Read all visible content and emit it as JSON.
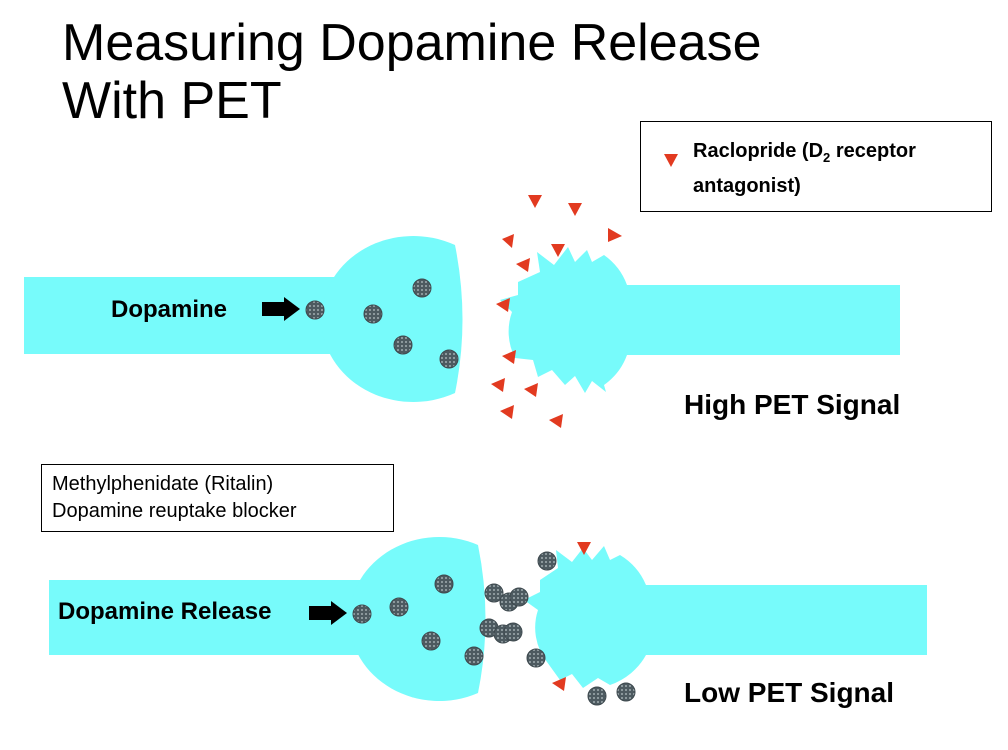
{
  "title": {
    "line1": "Measuring Dopamine Release",
    "line2": "With PET"
  },
  "legend": {
    "symbol": "red-triangle",
    "text_main": "Raclopride (D",
    "text_sub": "2",
    "text_rest": " receptor antagonist)"
  },
  "note_box": {
    "line1": "Methylphenidate (Ritalin)",
    "line2": "Dopamine reuptake blocker"
  },
  "top_synapse": {
    "axon_label": "Dopamine",
    "signal_label": "High PET Signal"
  },
  "bottom_synapse": {
    "axon_label": "Dopamine Release",
    "signal_label": "Low PET Signal"
  },
  "colors": {
    "neuron": "#77fbfb",
    "raclopride": "#e23a20",
    "dopamine_molecule": "#4d5a60",
    "arrow": "#000000"
  }
}
